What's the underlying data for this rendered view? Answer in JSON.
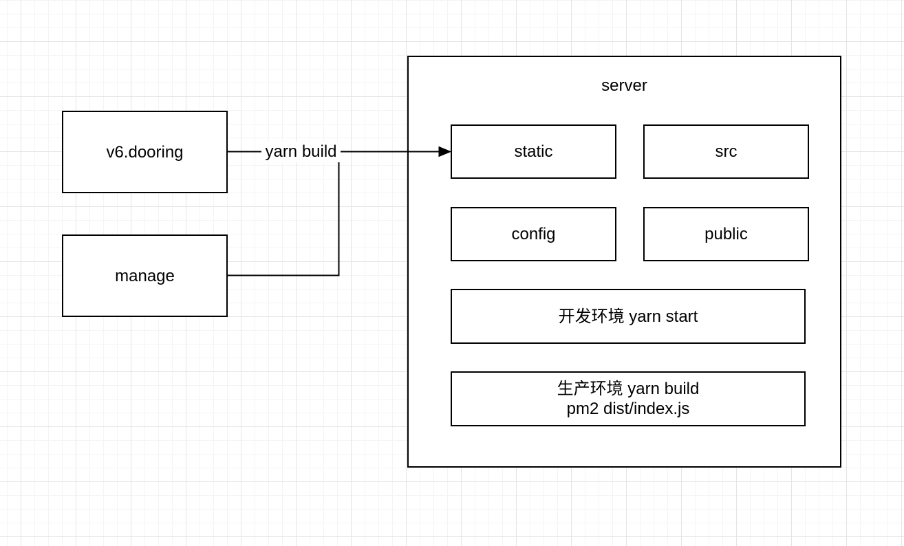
{
  "diagram": {
    "nodes": {
      "v6_dooring": {
        "label": "v6.dooring"
      },
      "manage": {
        "label": "manage"
      },
      "server": {
        "label": "server"
      },
      "static": {
        "label": "static"
      },
      "src": {
        "label": "src"
      },
      "config": {
        "label": "config"
      },
      "public": {
        "label": "public"
      },
      "dev_env": {
        "label": "开发环境 yarn start"
      },
      "prod_env": {
        "label_line1": "生产环境 yarn build",
        "label_line2": "pm2 dist/index.js"
      }
    },
    "edges": {
      "yarn_build": {
        "label": "yarn build",
        "from": "v6.dooring",
        "to": "static"
      },
      "manage_join": {
        "from": "manage",
        "to": "static"
      }
    },
    "colors": {
      "stroke": "#000000",
      "node_fill": "#ffffff",
      "text": "#000000",
      "grid_minor": "#f4f4f5",
      "grid_major": "#e4e4e6"
    }
  }
}
